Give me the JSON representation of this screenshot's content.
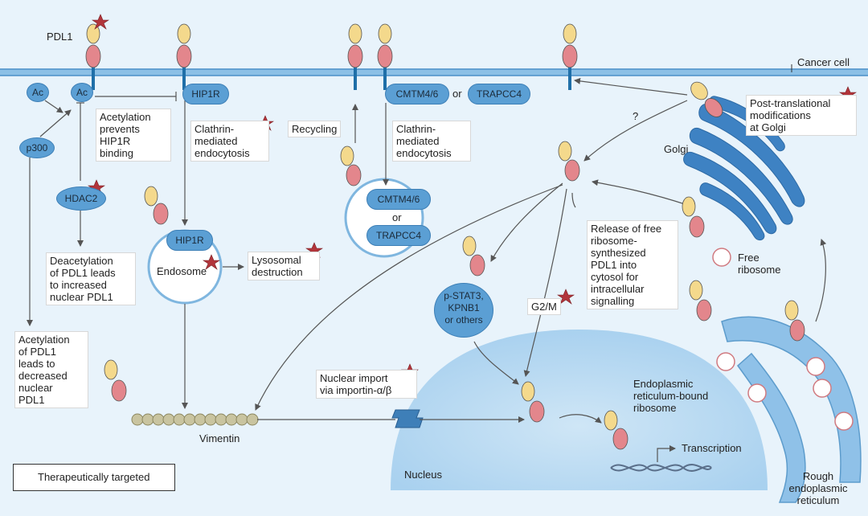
{
  "labels": {
    "pdl1": "PDL1",
    "cancer_cell": "Cancer cell",
    "ac1": "Ac",
    "ac2": "Ac",
    "p300": "p300",
    "hdac2": "HDAC2",
    "hip1r_top": "HIP1R",
    "hip1r_endosome": "HIP1R",
    "cmtm_top": "CMTM4/6",
    "or_top": "or",
    "trapcc_top": "TRAPCC4",
    "cmtm_ves": "CMTM4/6",
    "or_ves": "or",
    "trapcc_ves": "TRAPCC4",
    "acetylation_prevents": "Acetylation\nprevents\nHIP1R\nbinding",
    "clathrin1": "Clathrin-\nmediated\nendocytosis",
    "clathrin2": "Clathrin-\nmediated\nendocytosis",
    "recycling": "Recycling",
    "question": "?",
    "post_translational": "Post-translational\nmodifications\nat Golgi",
    "golgi": "Golgi",
    "endosome": "Endosome",
    "lysosomal": "Lysosomal\ndestruction",
    "deacetylation": "Deacetylation\nof PDL1 leads\nto increased\nnuclear PDL1",
    "acetylation_pdl1": "Acetylation\nof PDL1\nleads to\ndecreased\nnuclear\nPDL1",
    "release": "Release of free\nribosome-\nsynthesized\nPDL1 into\ncytosol for\nintracellular\nsignalling",
    "free_ribosome": "Free\nribosome",
    "pstat3": "p-STAT3,\nKPNB1\nor others",
    "g2m": "G2/M",
    "nuclear_import": "Nuclear import\nvia importin-α/β",
    "vimentin": "Vimentin",
    "er_ribosome": "Endoplasmic\nreticulum-bound\nribosome",
    "nucleus": "Nucleus",
    "transcription": "Transcription",
    "rough_er": "Rough\nendoplasmic\nreticulum"
  },
  "legend": {
    "text": "Therapeutically targeted",
    "icon": "star-icon"
  },
  "colors": {
    "background": "#e8f3fb",
    "membrane": "#7fb6df",
    "membrane_line": "#4a8fc8",
    "protein_head": "#f4d98c",
    "protein_body": "#e3868c",
    "protein_tail": "#1f6fa8",
    "blue_pill": "#5b9fd4",
    "nucleus": "#bcdcf2",
    "golgi": "#3e82c3",
    "er": "#8fc1e8",
    "star": "#b2353b",
    "vimentin": "#c9c4a0"
  }
}
